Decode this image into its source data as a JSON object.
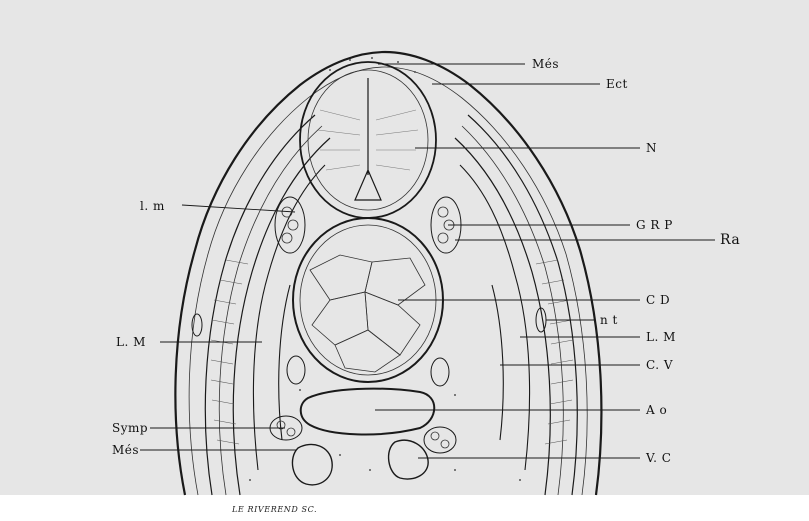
{
  "labels": {
    "mes_top": "Més",
    "ect": "Ect",
    "n": "N",
    "lm_upper": "l. m",
    "grp": "G R P",
    "ra": "Ra",
    "cd": "C D",
    "nt": "n t",
    "lm_left": "L. M",
    "lm_right": "L. M",
    "cv": "C. V",
    "ao": "A o",
    "symp": "Symp",
    "mes_bottom": "Més",
    "vc": "V. C"
  },
  "signature": "LE RIVEREND SC."
}
